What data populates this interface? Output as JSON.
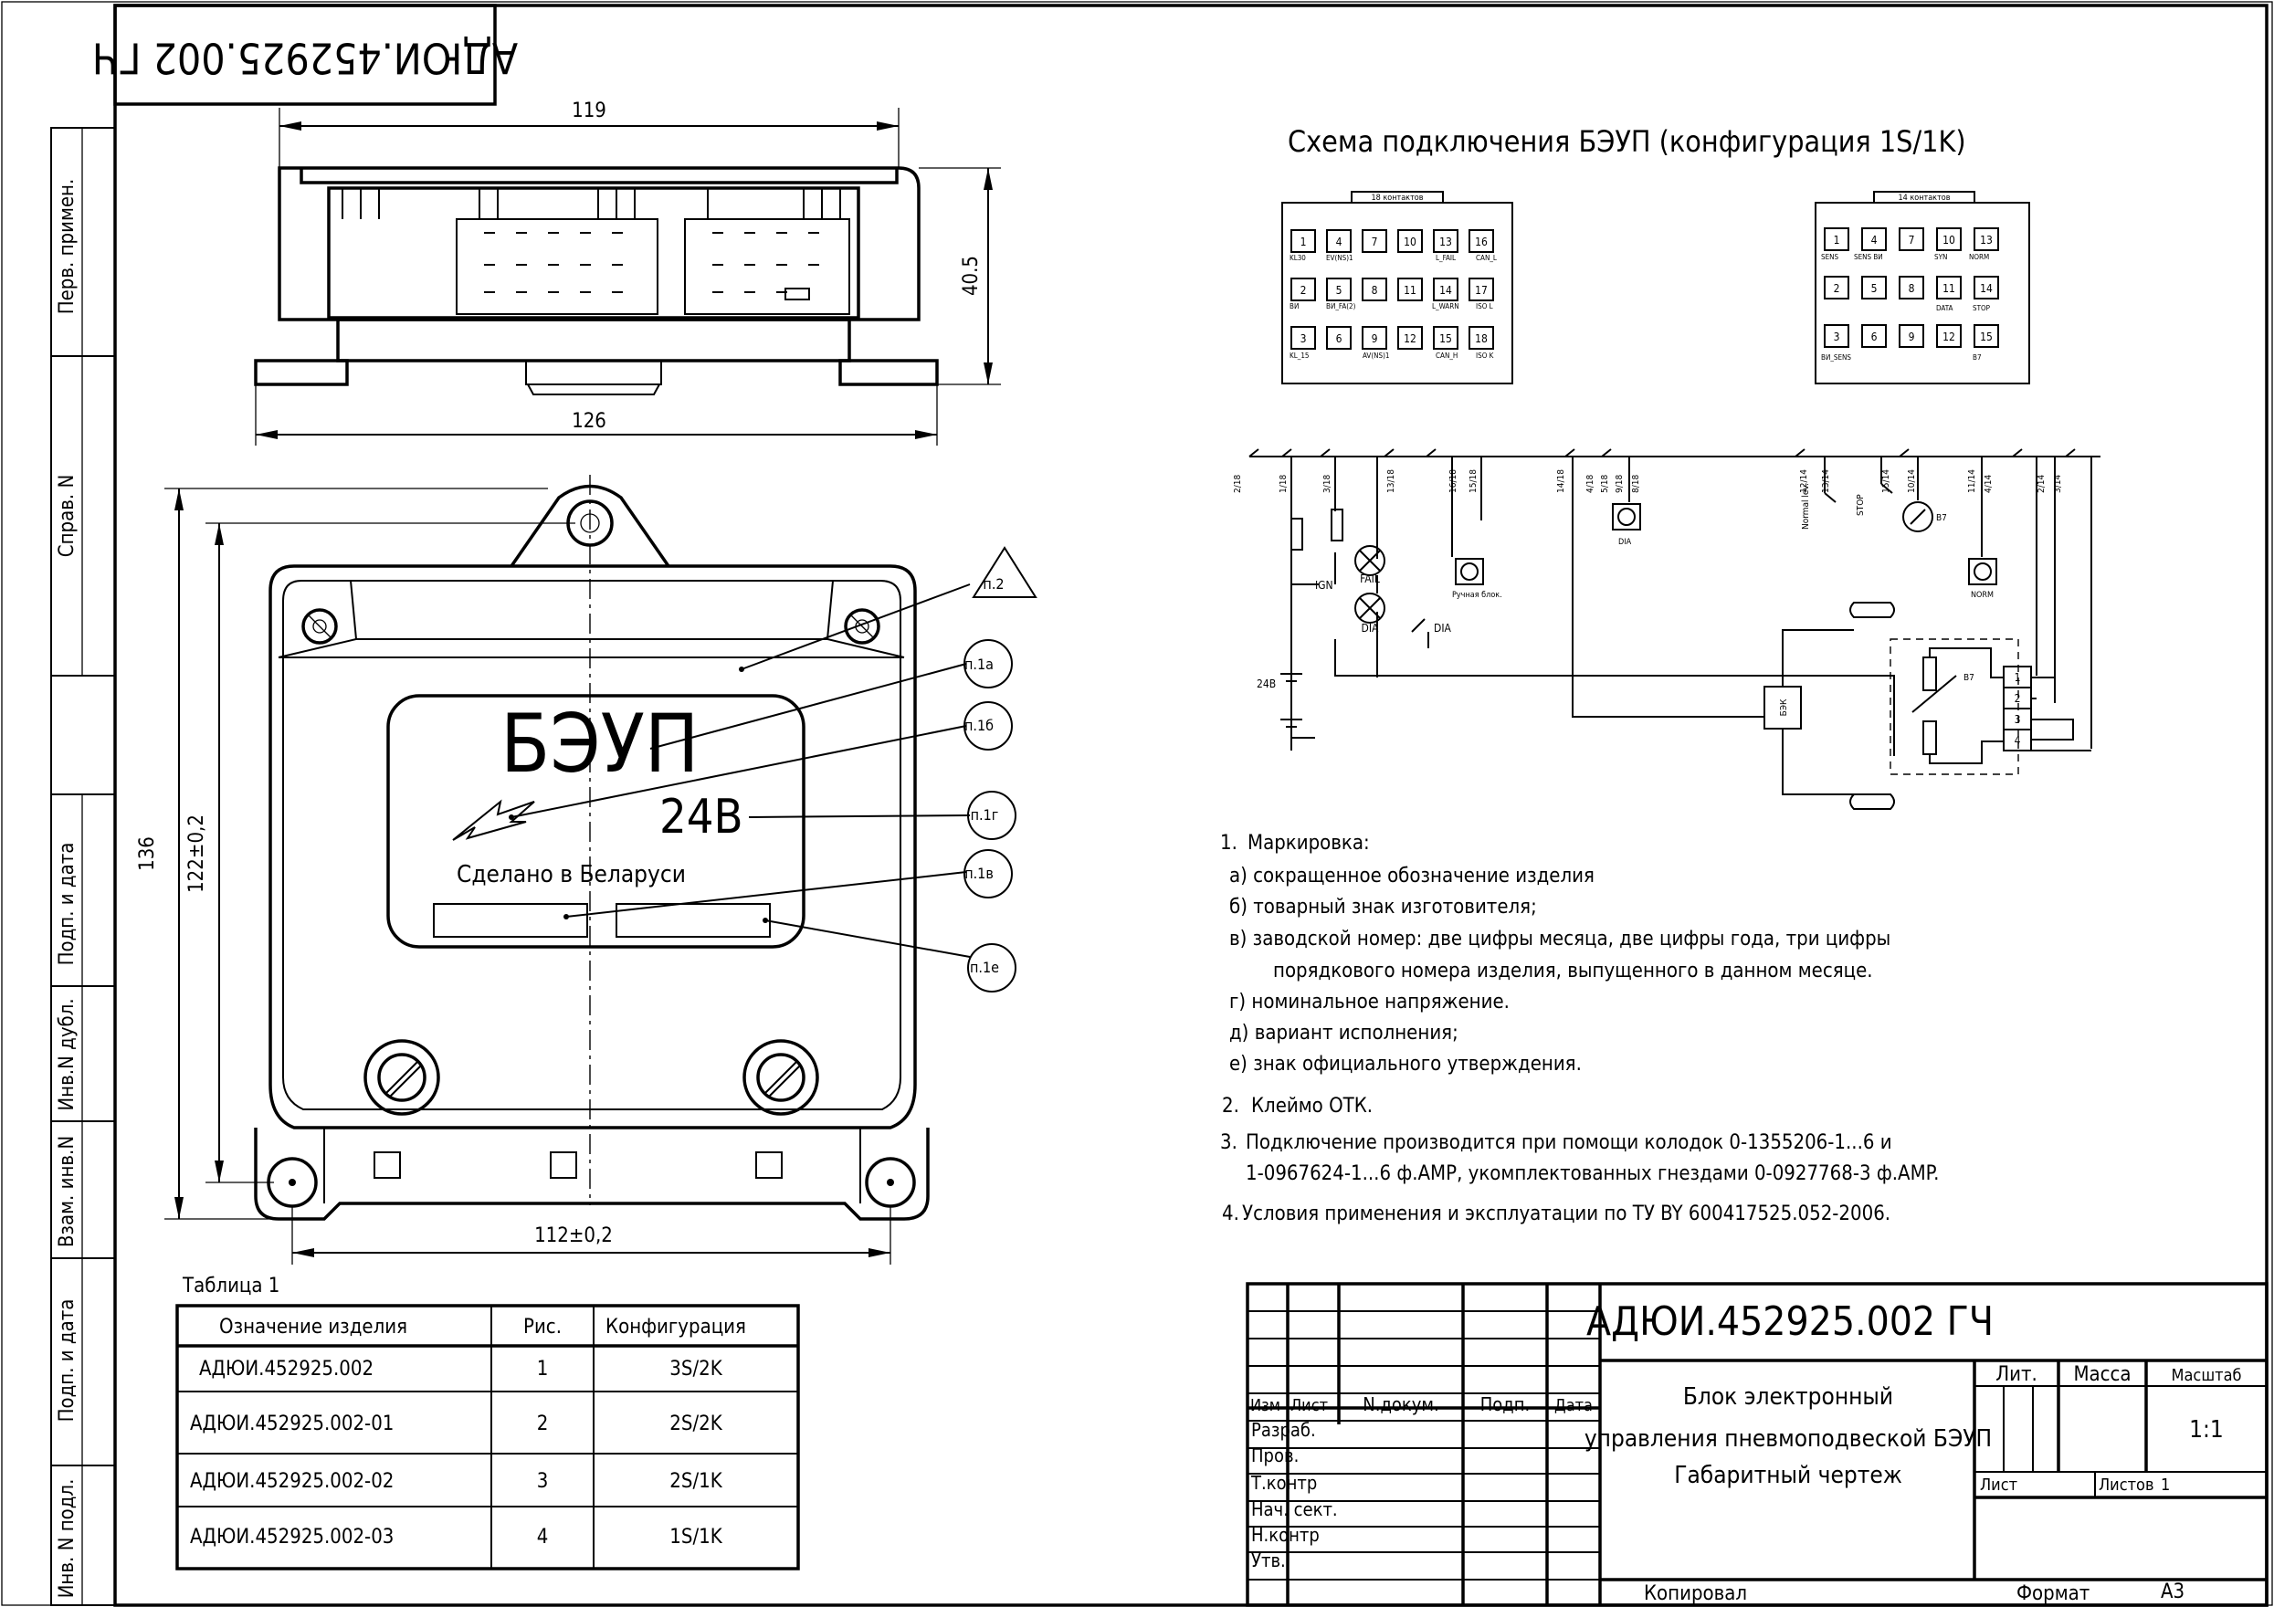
{
  "doc_code_rotated": "АДЮИ.452925.002 ГЧ",
  "side_labels": [
    "Перв. примен.",
    "Справ. N",
    "Подп. и дата",
    "Инв.N дубл.",
    "Взам. инв.N",
    "Подп. и дата",
    "Инв. N подл."
  ],
  "dimensions": {
    "top_width": "119",
    "base_width": "126",
    "height_side": "40.5",
    "outer_height": "136",
    "mount_height": "122±0,2",
    "mount_width": "112±0,2"
  },
  "front_label": {
    "brand": "БЭУП",
    "voltage": "24В",
    "made_in": "Сделано в Беларуси"
  },
  "callouts": [
    "п.2",
    "п.1а",
    "п.1б",
    "п.1г",
    "п.1в",
    "п.1е"
  ],
  "scheme_title": "Схема подключения БЭУП (конфигурация 1S/1K)",
  "connector_18": {
    "title": "18 контактов",
    "pins": [
      "1",
      "4",
      "7",
      "10",
      "13",
      "16",
      "2",
      "5",
      "8",
      "11",
      "14",
      "17",
      "3",
      "6",
      "9",
      "12",
      "15",
      "18"
    ],
    "labels": [
      "KL30",
      "EV(NS)1",
      "L_FAIL",
      "CAN_L",
      "ВИ",
      "ВИ_FA(2)",
      "L_WARN",
      "ISO L",
      "KL_15",
      "AV(NS)1",
      "CAN_H",
      "ISO K"
    ]
  },
  "connector_14": {
    "title": "14 контактов",
    "pins": [
      "1",
      "4",
      "7",
      "10",
      "13",
      "2",
      "5",
      "8",
      "11",
      "14",
      "3",
      "6",
      "9",
      "12",
      "15"
    ],
    "labels": [
      "SENS",
      "SENS ВИ",
      "SYN",
      "NORM",
      "DATA",
      "STOP",
      "ВИ_SENS",
      "В7"
    ]
  },
  "wiring": {
    "wire_tags": [
      "2/18",
      "1/18",
      "3/18",
      "13/18",
      "16/18",
      "15/18",
      "14/18",
      "4/18",
      "5/18",
      "9/18",
      "8/18",
      "12/14",
      "13/14",
      "15/14",
      "10/14",
      "11/14",
      "4/14",
      "2/14",
      "3/14"
    ],
    "elements": [
      "IGN",
      "FAIL",
      "DIA",
      "DIA",
      "24В",
      "Ручная блок.",
      "DIA",
      "Normal lev.",
      "STOP",
      "В7",
      "NORM",
      "БЭК",
      "В7"
    ],
    "sensor_pins": [
      "1",
      "2",
      "3",
      "4"
    ]
  },
  "notes": [
    {
      "num": "1.",
      "text": "Маркировка:"
    },
    {
      "num": "",
      "text": "а) сокращенное обозначение изделия"
    },
    {
      "num": "",
      "text": "б) товарный знак изготовителя;"
    },
    {
      "num": "",
      "text": "в) заводской номер: две цифры месяца, две цифры года, три цифры"
    },
    {
      "num": "",
      "text": "порядкового номера изделия, выпущенного в данном месяце."
    },
    {
      "num": "",
      "text": "г) номинальное напряжение."
    },
    {
      "num": "",
      "text": "д) вариант исполнения;"
    },
    {
      "num": "",
      "text": "е) знак официального утверждения."
    },
    {
      "num": "2.",
      "text": "Клеймо      ОТК."
    },
    {
      "num": "3.",
      "text": "Подключение производится при помощи колодок 0-1355206-1...6 и"
    },
    {
      "num": "",
      "text": "1-0967624-1...6 ф.AMP, укомплектованных гнездами 0-0927768-3 ф.AMP."
    },
    {
      "num": "4.",
      "text": "Условия применения и эксплуатации по ТУ BY 600417525.052-2006."
    }
  ],
  "table1": {
    "caption": "Таблица 1",
    "headers": [
      "Означение       изделия",
      "Рис.",
      "Конфигурация"
    ],
    "rows": [
      [
        "АДЮИ.452925.002",
        "1",
        "3S/2K"
      ],
      [
        "АДЮИ.452925.002-01",
        "2",
        "2S/2K"
      ],
      [
        "АДЮИ.452925.002-02",
        "3",
        "2S/1K"
      ],
      [
        "АДЮИ.452925.002-03",
        "4",
        "1S/1K"
      ]
    ]
  },
  "title_block": {
    "code": "АДЮИ.452925.002 ГЧ",
    "name_line1": "Блок электронный",
    "name_line2": "управления пневмоподвеской БЭУП",
    "name_line3": "Габаритный чертеж",
    "header_row": [
      "Изм",
      "Лист",
      "N.докум.",
      "Подп.",
      "Дата"
    ],
    "roles": [
      "Разраб.",
      "Пров.",
      "Т.контр",
      "Нач. сект.",
      "Н.контр",
      "Утв."
    ],
    "lit": "Лит.",
    "massa": "Масса",
    "scale_label": "Масштаб",
    "scale": "1:1",
    "sheet": "Лист",
    "sheets": "Листов",
    "sheets_count": "1",
    "copied": "Копировал",
    "format_label": "Формат",
    "format": "А3"
  }
}
